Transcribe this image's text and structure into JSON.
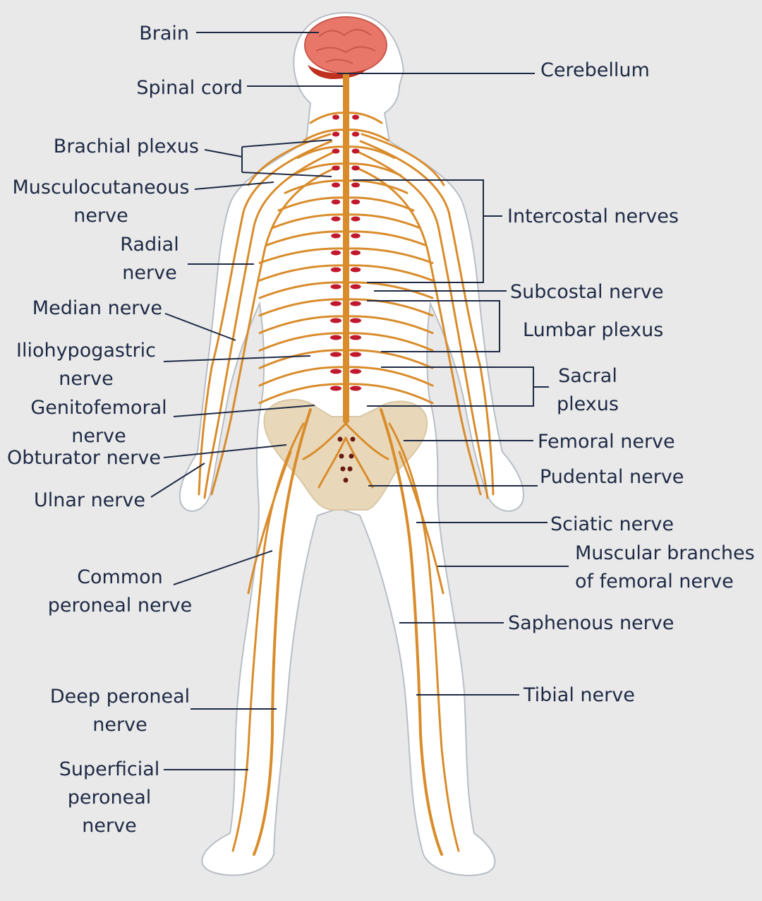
{
  "colors": {
    "background": "#e9e9ea",
    "body_fill": "#ffffff",
    "body_outline": "#b9bec4",
    "nerve": "#d98c2b",
    "spinal_cord": "#d98c2b",
    "ganglia": "#c0182c",
    "brain": "#e8776a",
    "cerebellum": "#c0301f",
    "pelvis": "#e8d8b9",
    "text": "#1e2a44"
  },
  "labels": {
    "brain": [
      "Brain"
    ],
    "spinal_cord": [
      "Spinal cord"
    ],
    "brachial_plexus": [
      "Brachial plexus"
    ],
    "musculocutaneous": [
      "Musculocutaneous",
      "nerve"
    ],
    "radial": [
      "Radial",
      "nerve"
    ],
    "median": [
      "Median nerve"
    ],
    "iliohypogastric": [
      "Iliohypogastric",
      "nerve"
    ],
    "genitofemoral": [
      "Genitofemoral",
      "nerve"
    ],
    "obturator": [
      "Obturator nerve"
    ],
    "ulnar": [
      "Ulnar nerve"
    ],
    "common_peroneal": [
      "Common",
      "peroneal nerve"
    ],
    "deep_peroneal": [
      "Deep peroneal",
      "nerve"
    ],
    "superficial_peroneal": [
      "Superficial",
      "peroneal",
      "nerve"
    ],
    "cerebellum": [
      "Cerebellum"
    ],
    "intercostal": [
      "Intercostal nerves"
    ],
    "subcostal": [
      "Subcostal nerve"
    ],
    "lumbar_plexus": [
      "Lumbar plexus"
    ],
    "sacral_plexus": [
      "Sacral",
      "plexus"
    ],
    "femoral": [
      "Femoral nerve"
    ],
    "pudental": [
      "Pudental nerve"
    ],
    "sciatic": [
      "Sciatic nerve"
    ],
    "muscular_branches": [
      "Muscular branches",
      "of femoral nerve"
    ],
    "saphenous": [
      "Saphenous nerve"
    ],
    "tibial": [
      "Tibial nerve"
    ]
  }
}
